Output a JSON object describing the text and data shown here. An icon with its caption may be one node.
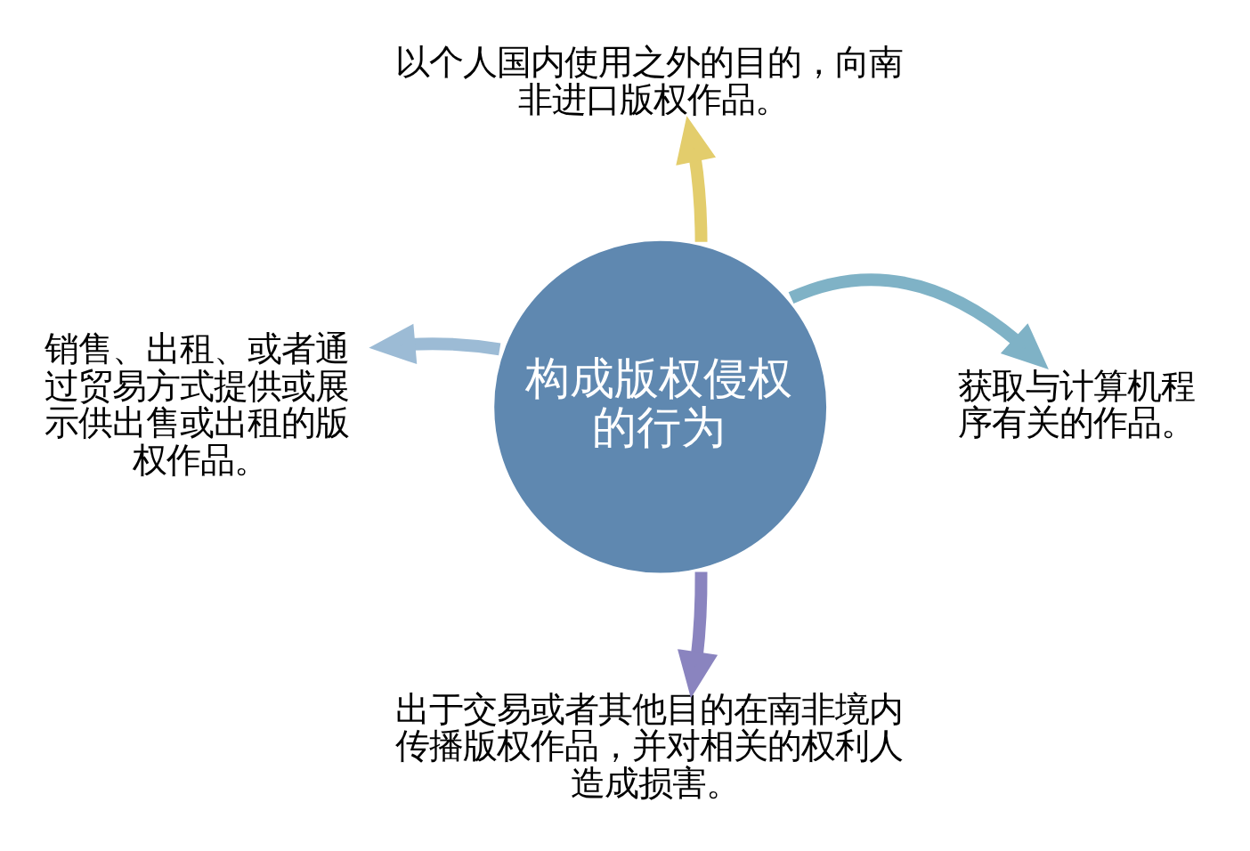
{
  "diagram": {
    "nodes": [
      {
        "text": [
          "以个人国内使用之外的目的，向南非进口版权作品。"
        ]
      },
      {
        "text": [
          "销售、出租、或者通过贸易方式提供或展示供出售或出租的版权作品。"
        ]
      },
      {
        "text": [
          "构成版权侵权的行为"
        ]
      },
      {
        "text": [
          "获取与计算机程序有关的作品。"
        ]
      },
      {
        "text": [
          "出于交易或者其他目的在南非境内传播版权作品，并对相关的权利人造成损害。"
        ]
      }
    ],
    "edges": [
      {
        "from": 2,
        "to": 0,
        "arrow": "to",
        "color": "#e3cd6c"
      },
      {
        "from": 2,
        "to": 3,
        "arrow": "to",
        "color": "#7fb2c6"
      },
      {
        "from": 2,
        "to": 4,
        "arrow": "to",
        "color": "#8a84bf"
      },
      {
        "from": 2,
        "to": 1,
        "arrow": "to",
        "color": "#9cbbd5"
      }
    ]
  }
}
